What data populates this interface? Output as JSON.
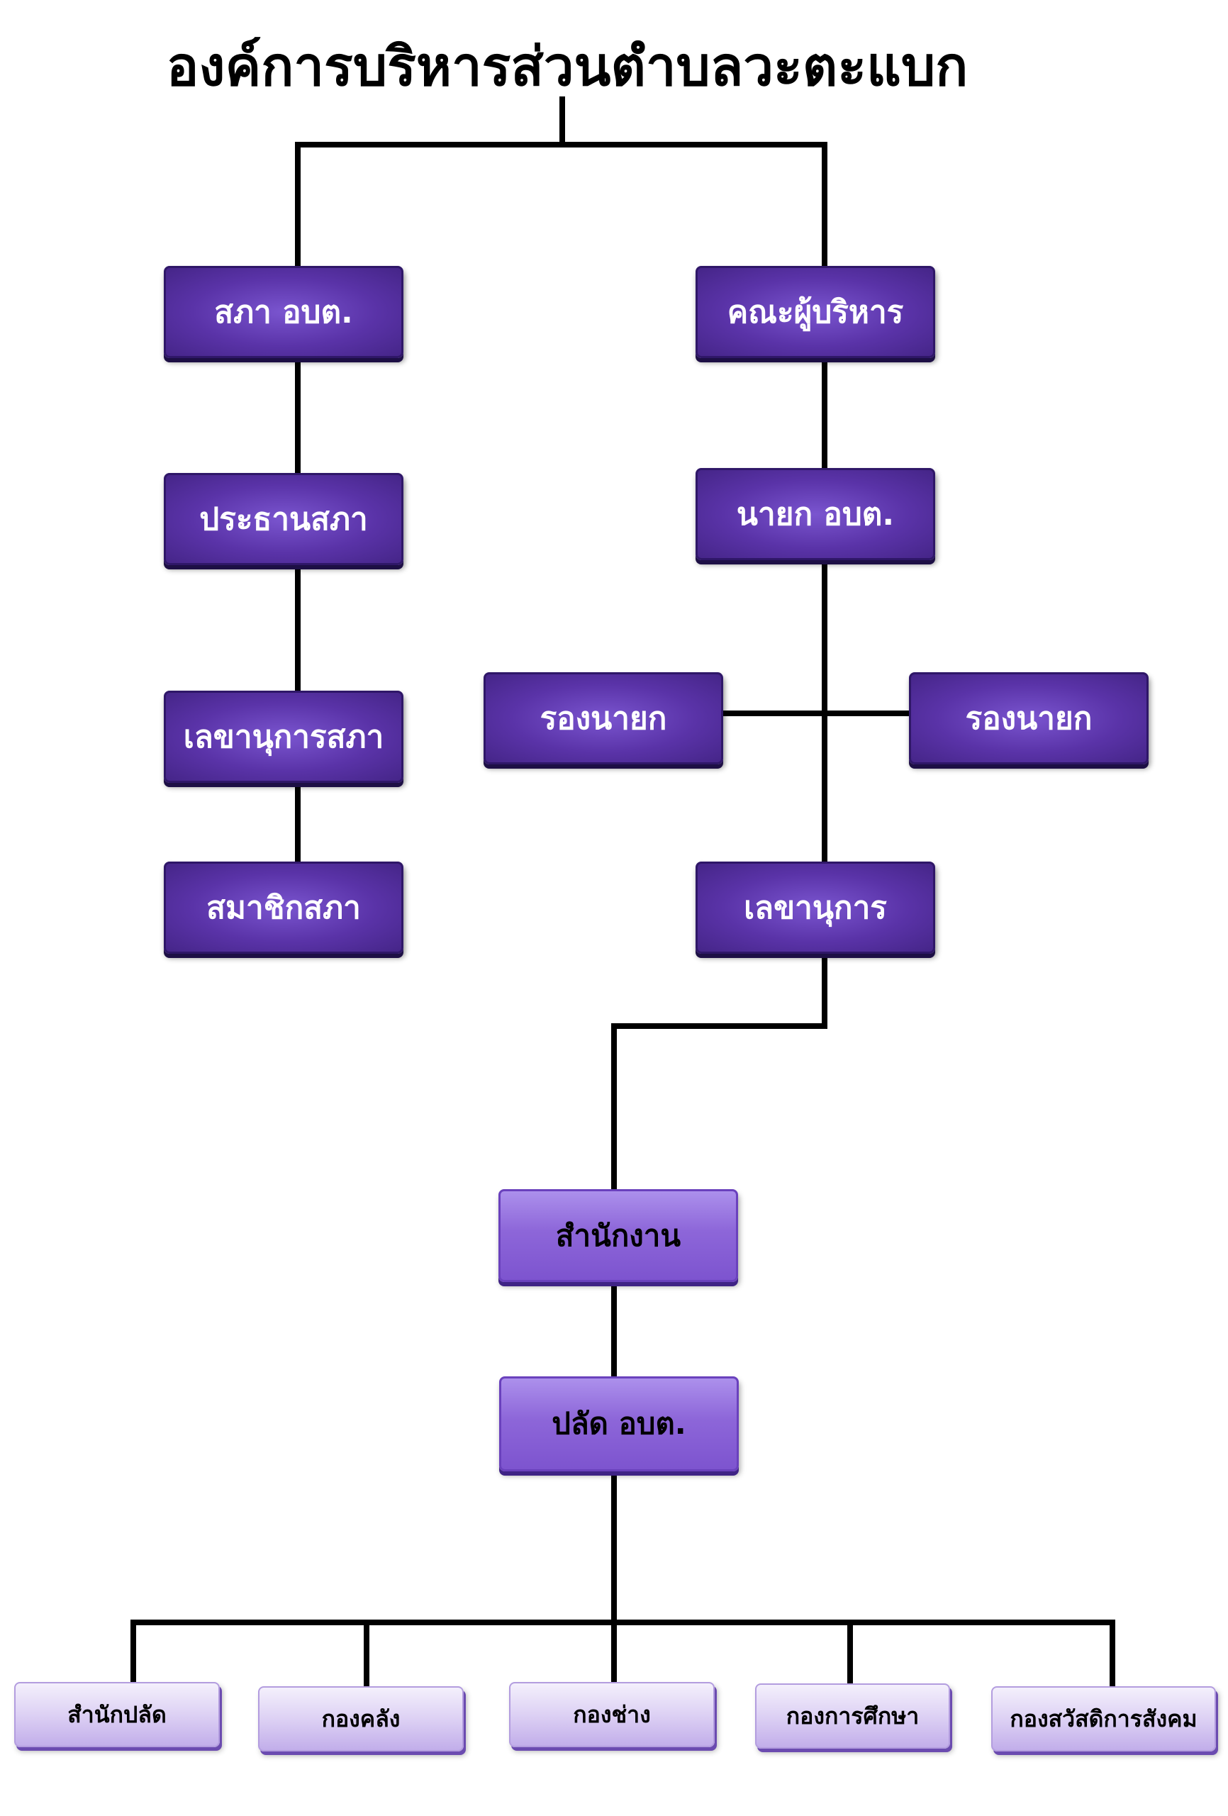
{
  "title": "องค์การบริหารส่วนตำบลวะตะแบก",
  "colors": {
    "line": "#000000",
    "dark_box": "#5a33a8",
    "mid_box": "#8d66d9",
    "light_box": "#ddd1f4"
  },
  "council": {
    "council": "สภา อบต.",
    "chairman": "ประธานสภา",
    "secretary": "เลขานุการสภา",
    "members": "สมาชิกสภา"
  },
  "executive": {
    "board": "คณะผู้บริหาร",
    "mayor": "นายก อบต.",
    "deputy_left": "รองนายก",
    "deputy_right": "รองนายก",
    "secretary": "เลขานุการ"
  },
  "administration": {
    "office": "สำนักงาน",
    "clerk": "ปลัด อบต."
  },
  "departments": [
    "สำนักปลัด",
    "กองคลัง",
    "กองช่าง",
    "กองการศึกษา",
    "กองสวัสดิการสังคม"
  ]
}
